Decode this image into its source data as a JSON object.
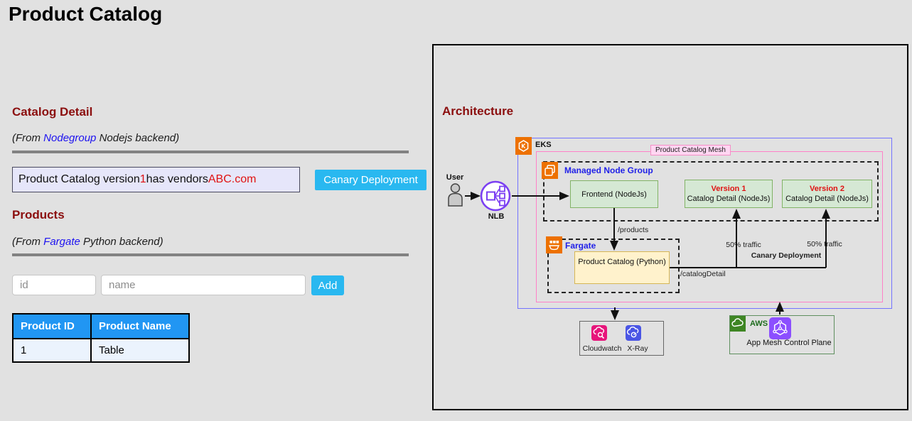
{
  "page": {
    "title": "Product Catalog"
  },
  "catalog": {
    "heading": "Catalog Detail",
    "source_prefix": "(From ",
    "source_link": "Nodegroup",
    "source_suffix": " Nodejs backend)",
    "version_prefix": "Product Catalog version ",
    "version_number": "1",
    "version_middle": " has vendors ",
    "vendor": "ABC.com",
    "canary_button_label": "Canary Deployment"
  },
  "products": {
    "heading": "Products",
    "source_prefix": "(From ",
    "source_link": "Fargate",
    "source_suffix": " Python backend)",
    "id_placeholder": "id",
    "name_placeholder": "name",
    "add_button_label": "Add",
    "table": {
      "headers": [
        "Product ID",
        "Product Name"
      ],
      "rows": [
        [
          "1",
          "Table"
        ]
      ]
    }
  },
  "architecture": {
    "heading": "Architecture",
    "user_label": "User",
    "nlb_label": "NLB",
    "eks_label": "EKS",
    "mesh_label": "Product Catalog Mesh",
    "node_group_label": "Managed Node Group",
    "frontend_box": "Frontend (NodeJs)",
    "version1_title": "Version 1",
    "version1_sub": "Catalog Detail (NodeJs)",
    "version2_title": "Version 2",
    "version2_sub": "Catalog Detail (NodeJs)",
    "products_path": "/products",
    "fargate_label": "Fargate",
    "product_catalog_box": "Product Catalog (Python)",
    "catalog_detail_path": "/catalogDetail",
    "traffic_left": "50% traffic",
    "traffic_right": "50% traffic",
    "canary_label": "Canary Deployment",
    "cloudwatch_label": "Cloudwatch",
    "xray_label": "X-Ray",
    "aws_label": "AWS",
    "app_mesh_label": "App Mesh Control Plane"
  },
  "colors": {
    "accent_cyan": "#29b8f0",
    "table_header_blue": "#2196f3",
    "heading_maroon": "#8b0e0e",
    "link_blue": "#1d12f0",
    "alert_red": "#e01212",
    "green_box": "#d5e8d4",
    "yellow_box": "#fff2cc",
    "orange_icon": "#ed7100",
    "app_mesh_purple": "#8c4fff",
    "cloudwatch_pink": "#e7157b",
    "xray_indigo": "#4a55e5",
    "aws_green": "#3f8624",
    "nlb_purple": "#7b3ff2"
  }
}
